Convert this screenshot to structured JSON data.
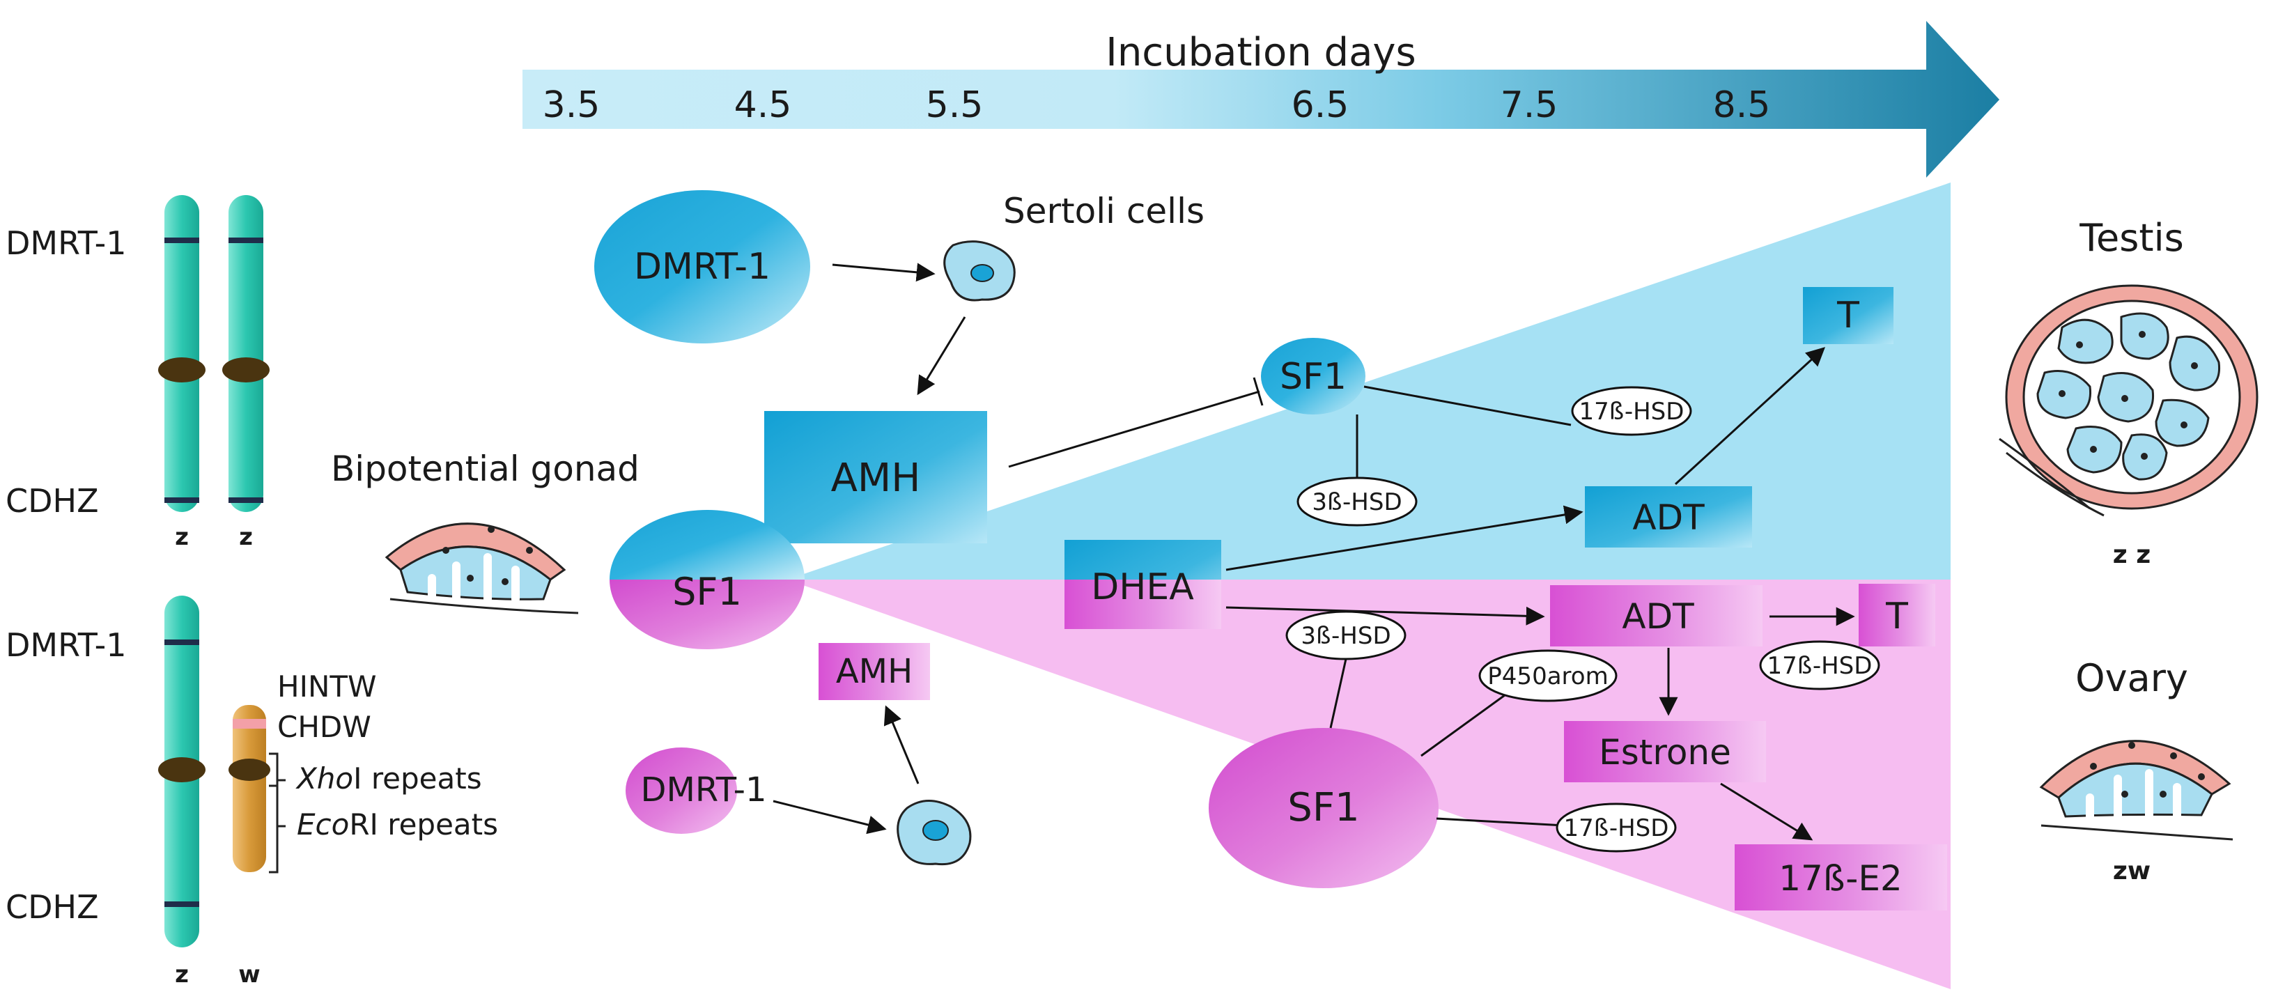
{
  "timeline": {
    "title": "Incubation days",
    "ticks": [
      "3.5",
      "4.5",
      "5.5",
      "6.5",
      "7.5",
      "8.5"
    ]
  },
  "chromosomes": {
    "zz": {
      "top_label": "DMRT-1",
      "bottom_label": "CDHZ",
      "left_letter": "z",
      "right_letter": "z"
    },
    "zw": {
      "top_label": "DMRT-1",
      "bottom_label": "CDHZ",
      "left_letter": "z",
      "right_letter": "w",
      "w_labels": {
        "hintw": "HINTW",
        "chdw": "CHDW",
        "xho_italic": "Xho",
        "xho_rest": "I repeats",
        "eco_italic": "Eco",
        "eco_rest": "RI repeats"
      }
    }
  },
  "bipotential": {
    "label": "Bipotential gonad"
  },
  "male": {
    "dmrt1": "DMRT-1",
    "sertoli": "Sertoli cells",
    "amh": "AMH",
    "sf1_center": "SF1",
    "sf1": "SF1",
    "hsd17": "17ß-HSD",
    "hsd3": "3ß-HSD",
    "t": "T",
    "adt": "ADT",
    "dhea": "DHEA"
  },
  "female": {
    "sf1_center": "SF1",
    "amh": "AMH",
    "dmrt1": "DMRT-1",
    "adt": "ADT",
    "t": "T",
    "hsd3": "3ß-HSD",
    "hsd17_top": "17ß-HSD",
    "p450": "P450arom",
    "estrone": "Estrone",
    "sf1": "SF1",
    "hsd17_bottom": "17ß-HSD",
    "e2": "17ß-E2"
  },
  "outcomes": {
    "testis": "Testis",
    "testis_karyotype": "z z",
    "ovary": "Ovary",
    "ovary_karyotype": "zw"
  },
  "colors": {
    "blue": "#1aa3d6",
    "light_blue": "#a8e2f5",
    "magenta": "#d64fd6",
    "light_magenta": "#f4b8f0",
    "chromosome_teal": "#2cc7b0",
    "chromosome_w": "#d89a3a",
    "centromere": "#4a3410",
    "band": "#1f2d4a",
    "pink_tissue": "#f0a8a0",
    "arrow_dark": "#1b7ea3"
  }
}
